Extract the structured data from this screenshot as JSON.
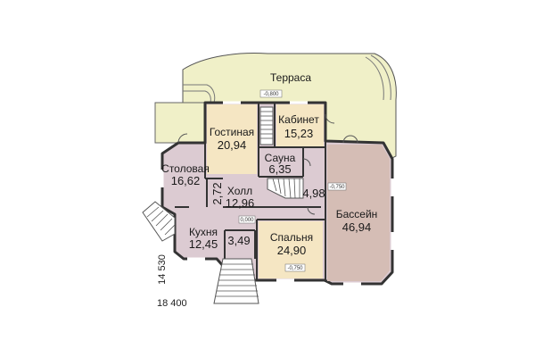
{
  "colors": {
    "terrace": "#F0F0C8",
    "warm_room": "#F5E6C3",
    "base_room": "#DCCBD2",
    "pool": "#D5BDB5",
    "wall": "#333333",
    "stair": "#FFFFFF"
  },
  "rooms": {
    "terrace": {
      "name": "Терраса"
    },
    "living": {
      "name": "Гостиная",
      "area": "20,94"
    },
    "office": {
      "name": "Кабинет",
      "area": "15,23"
    },
    "dining": {
      "name": "Столовая",
      "area": "16,62"
    },
    "sauna": {
      "name": "Сауна",
      "area": "6,35"
    },
    "hall": {
      "name": "Холл",
      "area": "12,96"
    },
    "closet": {
      "area": "2,72"
    },
    "corridor": {
      "area": "4,98"
    },
    "pool": {
      "name": "Бассейн",
      "area": "46,94"
    },
    "kitchen": {
      "name": "Кухня",
      "area": "12,45"
    },
    "wc": {
      "area": "3,49"
    },
    "bedroom": {
      "name": "Спальня",
      "area": "24,90"
    }
  },
  "level_marks": {
    "terrace": "-0,800",
    "pool": "-0,750",
    "hall": "0,000",
    "bedroom": "-0,750"
  },
  "dimensions": {
    "width": "18 400",
    "depth": "14 530"
  }
}
